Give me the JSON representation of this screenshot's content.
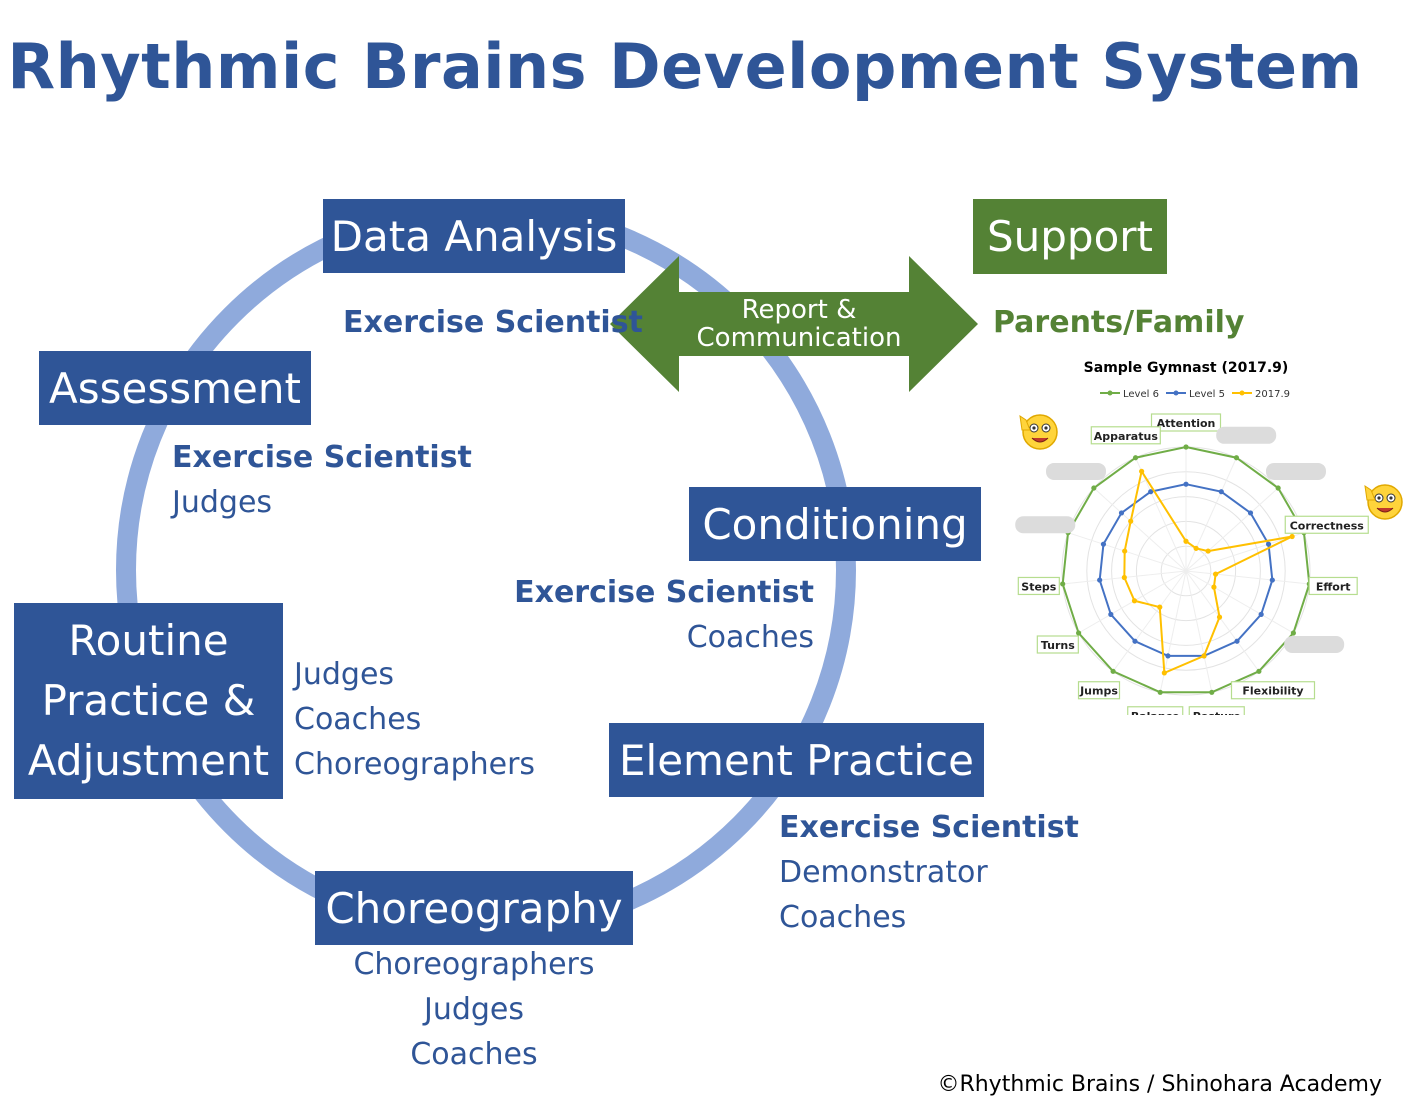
{
  "title": "Rhythmic Brains Development System",
  "nodes": {
    "data_analysis": "Data Analysis",
    "assessment": "Assessment",
    "conditioning": "Conditioning",
    "routine_line1": "Routine",
    "routine_line2": "Practice &",
    "routine_line3": "Adjustment",
    "element_practice": "Element Practice",
    "choreography": "Choreography",
    "support": "Support"
  },
  "roles": {
    "data_analysis": [
      "Exercise Scientist"
    ],
    "assessment": [
      "Exercise Scientist",
      "Judges"
    ],
    "conditioning": [
      "Exercise Scientist",
      "Coaches"
    ],
    "routine": [
      "Judges",
      "Coaches",
      "Choreographers"
    ],
    "element_practice": [
      "Exercise Scientist",
      "Demonstrator",
      "Coaches"
    ],
    "choreography": [
      "Choreographers",
      "Judges",
      "Coaches"
    ],
    "support": [
      "Parents/Family"
    ]
  },
  "arrow": {
    "line1": "Report &",
    "line2": "Communication"
  },
  "copyright": "©Rhythmic Brains / Shinohara Academy",
  "colors": {
    "primary": "#2f5597",
    "green": "#548235",
    "ring": "#8faadc",
    "level6": "#70ad47",
    "level5": "#4472c4",
    "current": "#ffc000"
  },
  "radar": {
    "title": "Sample Gymnast (2017.9)",
    "legend": [
      "Level 6",
      "Level 5",
      "2017.9"
    ],
    "axis_labels": [
      "Attention",
      "",
      "",
      "Correctness",
      "Effort",
      "",
      "Flexibility",
      "Posture",
      "Balance",
      "Jumps",
      "Turns",
      "Steps",
      "",
      "",
      "Apparatus"
    ]
  },
  "chart_data": {
    "type": "radar",
    "title": "Sample Gymnast (2017.9)",
    "categories": [
      "Attention",
      "",
      "",
      "Correctness",
      "Effort",
      "",
      "Flexibility",
      "Posture",
      "Balance",
      "Jumps",
      "Turns",
      "Steps",
      "",
      "",
      "Apparatus"
    ],
    "rmax": 5,
    "series": [
      {
        "name": "Level 6",
        "values": [
          5,
          5,
          5,
          5,
          5,
          5,
          5,
          5,
          5,
          5,
          5,
          5,
          5,
          5,
          5
        ]
      },
      {
        "name": "Level 5",
        "values": [
          3.5,
          3.5,
          3.5,
          3.5,
          3.5,
          3.5,
          3.5,
          3.5,
          3.5,
          3.5,
          3.5,
          3.5,
          3.5,
          3.5,
          3.5
        ]
      },
      {
        "name": "2017.9",
        "values": [
          1.2,
          1.0,
          1.2,
          4.5,
          1.2,
          1.3,
          2.3,
          3.5,
          4.2,
          1.8,
          2.4,
          2.5,
          2.6,
          3.0,
          4.4
        ]
      }
    ]
  }
}
